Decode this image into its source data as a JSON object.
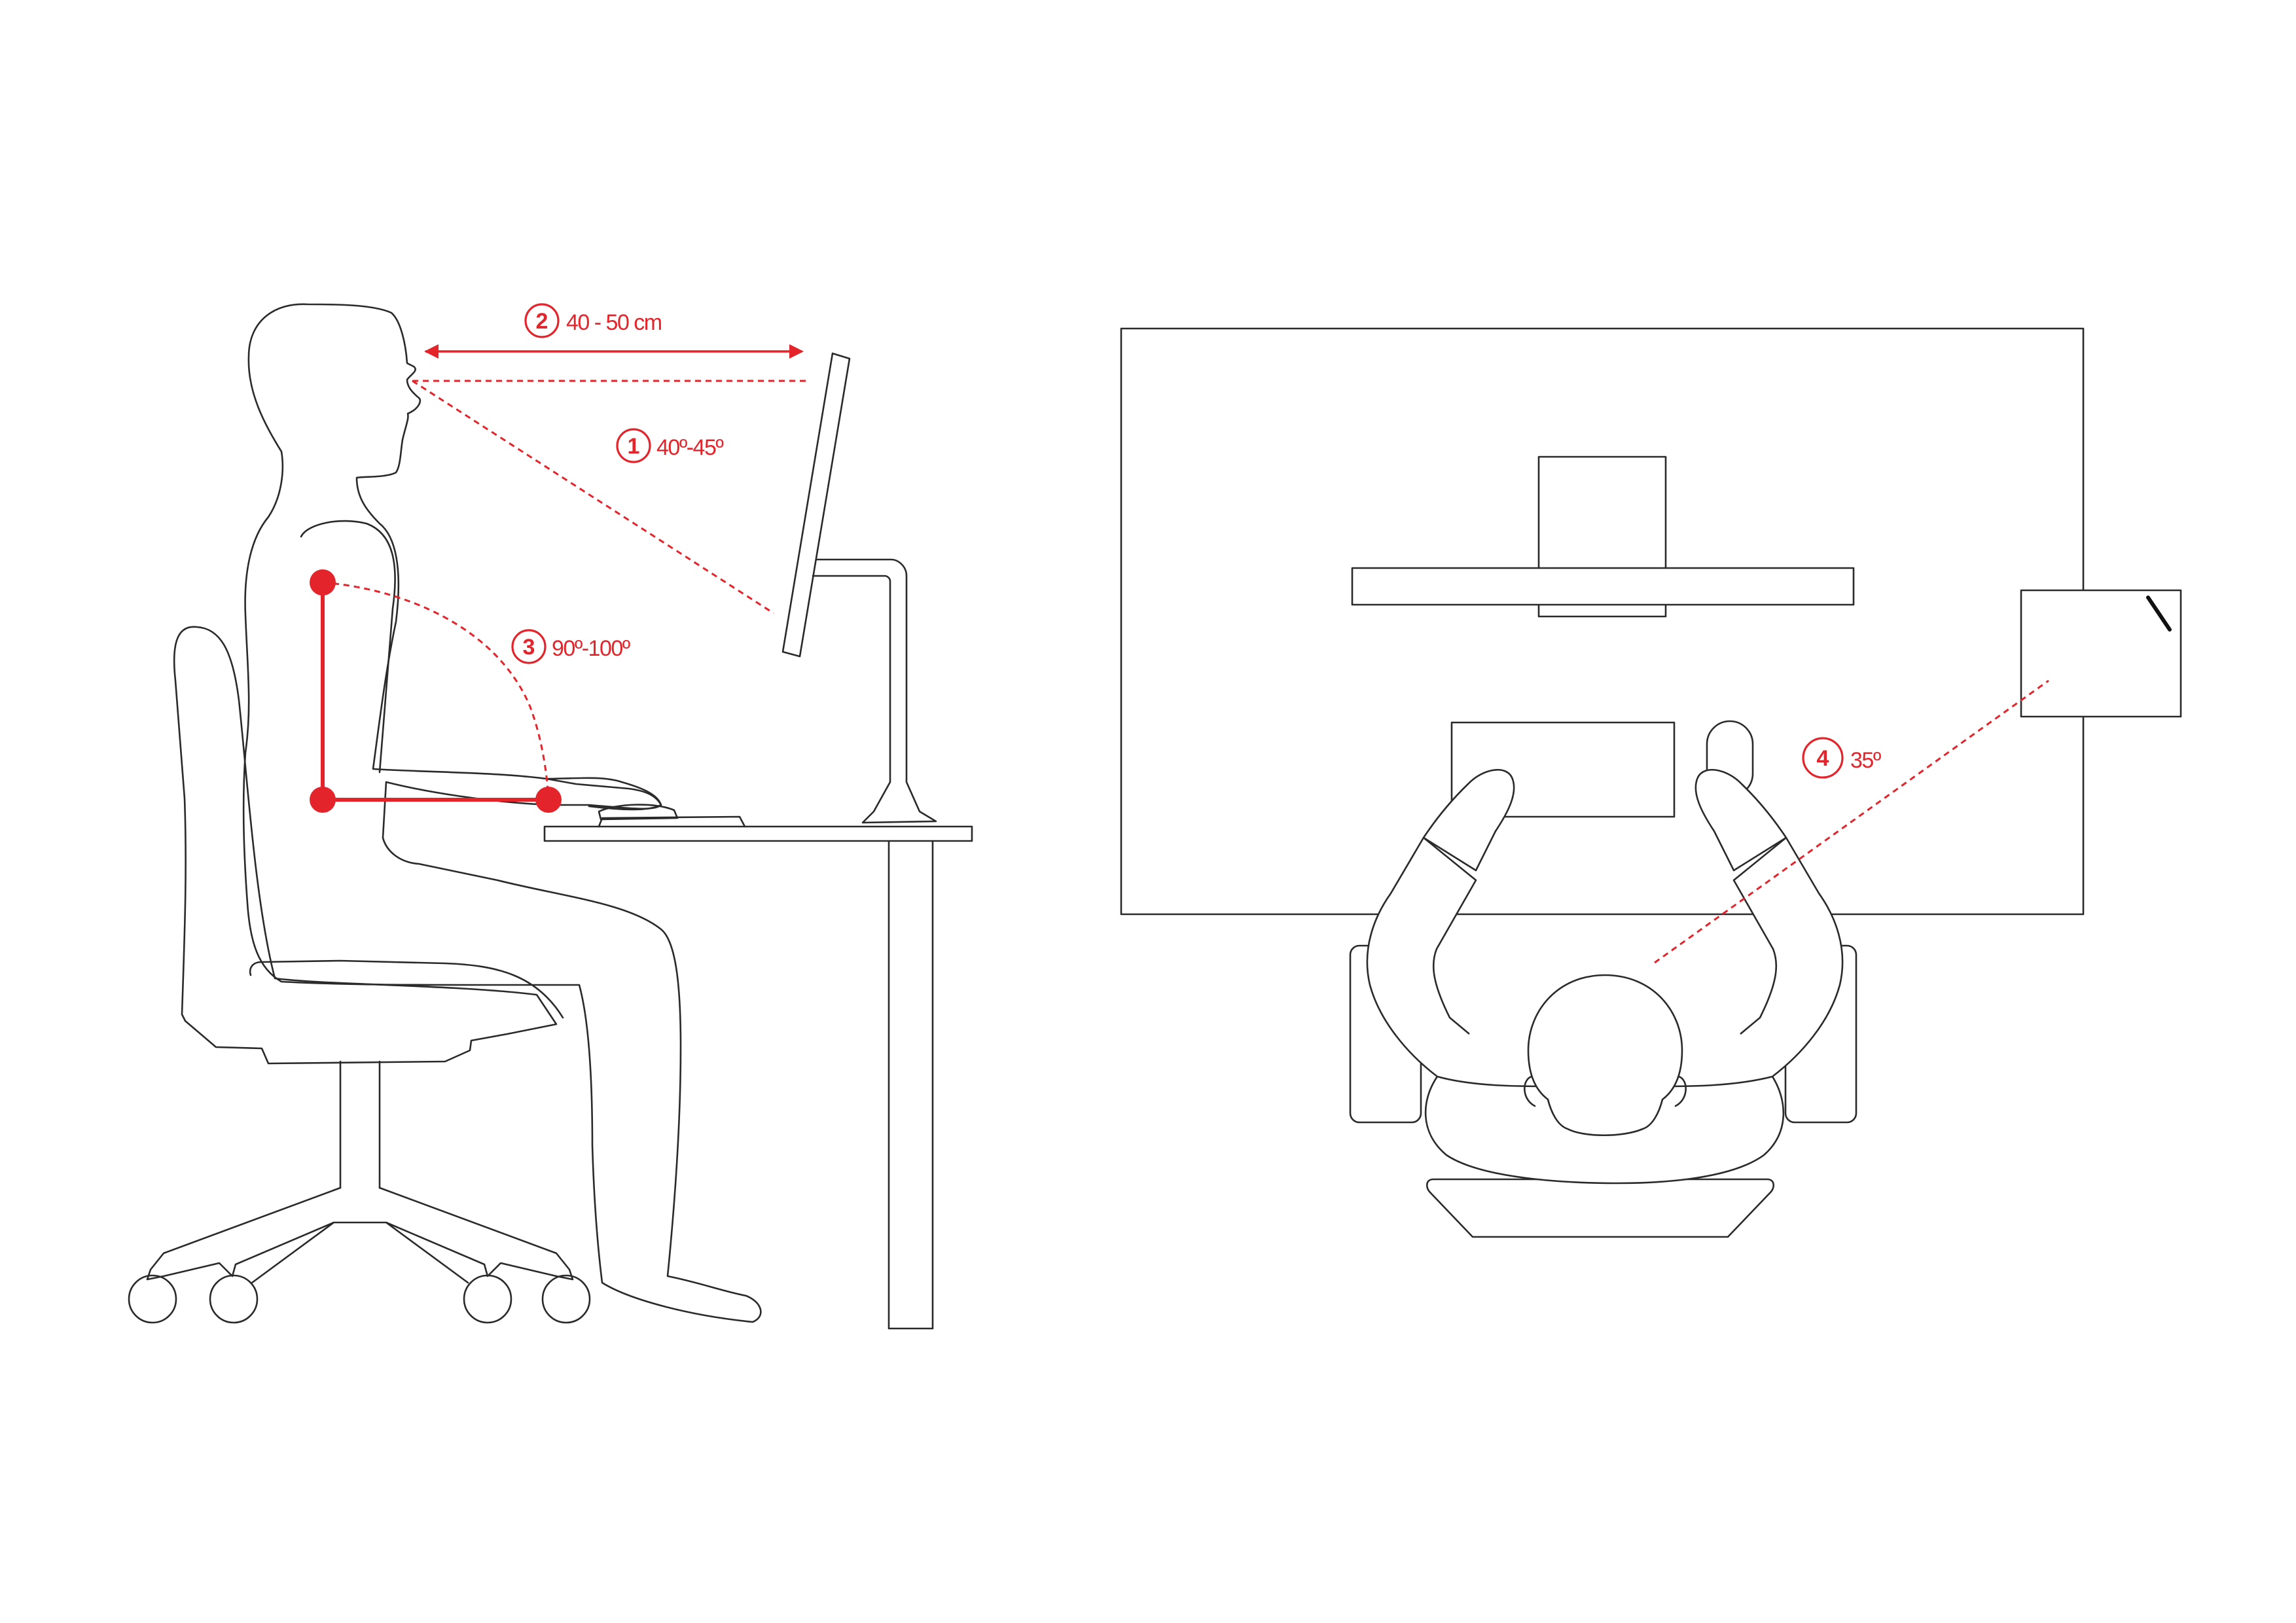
{
  "annotations": {
    "distance": {
      "number": "2",
      "label": "40 - 50 cm"
    },
    "gaze_angle": {
      "number": "1",
      "label": "40º-45º"
    },
    "elbow_angle": {
      "number": "3",
      "label": "90º-100º"
    },
    "view_angle": {
      "number": "4",
      "label": "35º"
    }
  },
  "colors": {
    "accent": "#e3242b",
    "line": "#2a2a2a",
    "background": "#ffffff"
  }
}
